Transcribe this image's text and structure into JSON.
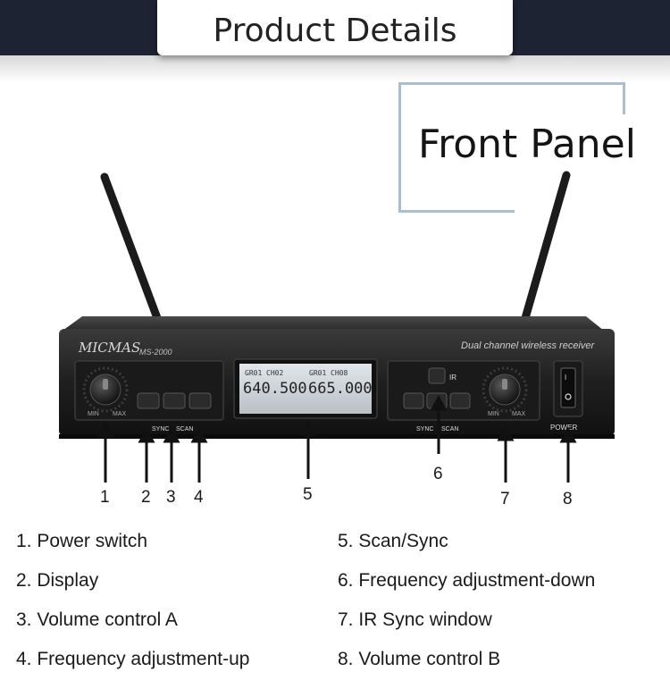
{
  "header": {
    "title": "Product Details"
  },
  "section": {
    "title": "Front Panel"
  },
  "device": {
    "brand": "MICMAS",
    "model": "MS-2000",
    "subtitle": "Dual channel wireless receiver",
    "left_knob": {
      "min": "MIN",
      "max": "MAX"
    },
    "right_knob": {
      "min": "MIN",
      "max": "MAX"
    },
    "left_buttons": {
      "sync": "SYNC",
      "scan": "SCAN"
    },
    "right_buttons": {
      "sync": "SYNC",
      "scan": "SCAN",
      "ir": "IR"
    },
    "power": "POWER",
    "display": {
      "ch_a": {
        "gr": "GR01",
        "ch": "CH02",
        "freq": "640.500"
      },
      "ch_b": {
        "gr": "GR01",
        "ch": "CH08",
        "freq": "665.000"
      }
    }
  },
  "callouts": [
    "1",
    "2",
    "3",
    "4",
    "5",
    "6",
    "7",
    "8"
  ],
  "legend": [
    "1. Power switch",
    "2. Display",
    "3. Volume control A",
    "4. Frequency adjustment-up",
    "5. Scan/Sync",
    "6. Frequency adjustment-down",
    "7. IR Sync window",
    "8. Volume control B"
  ]
}
